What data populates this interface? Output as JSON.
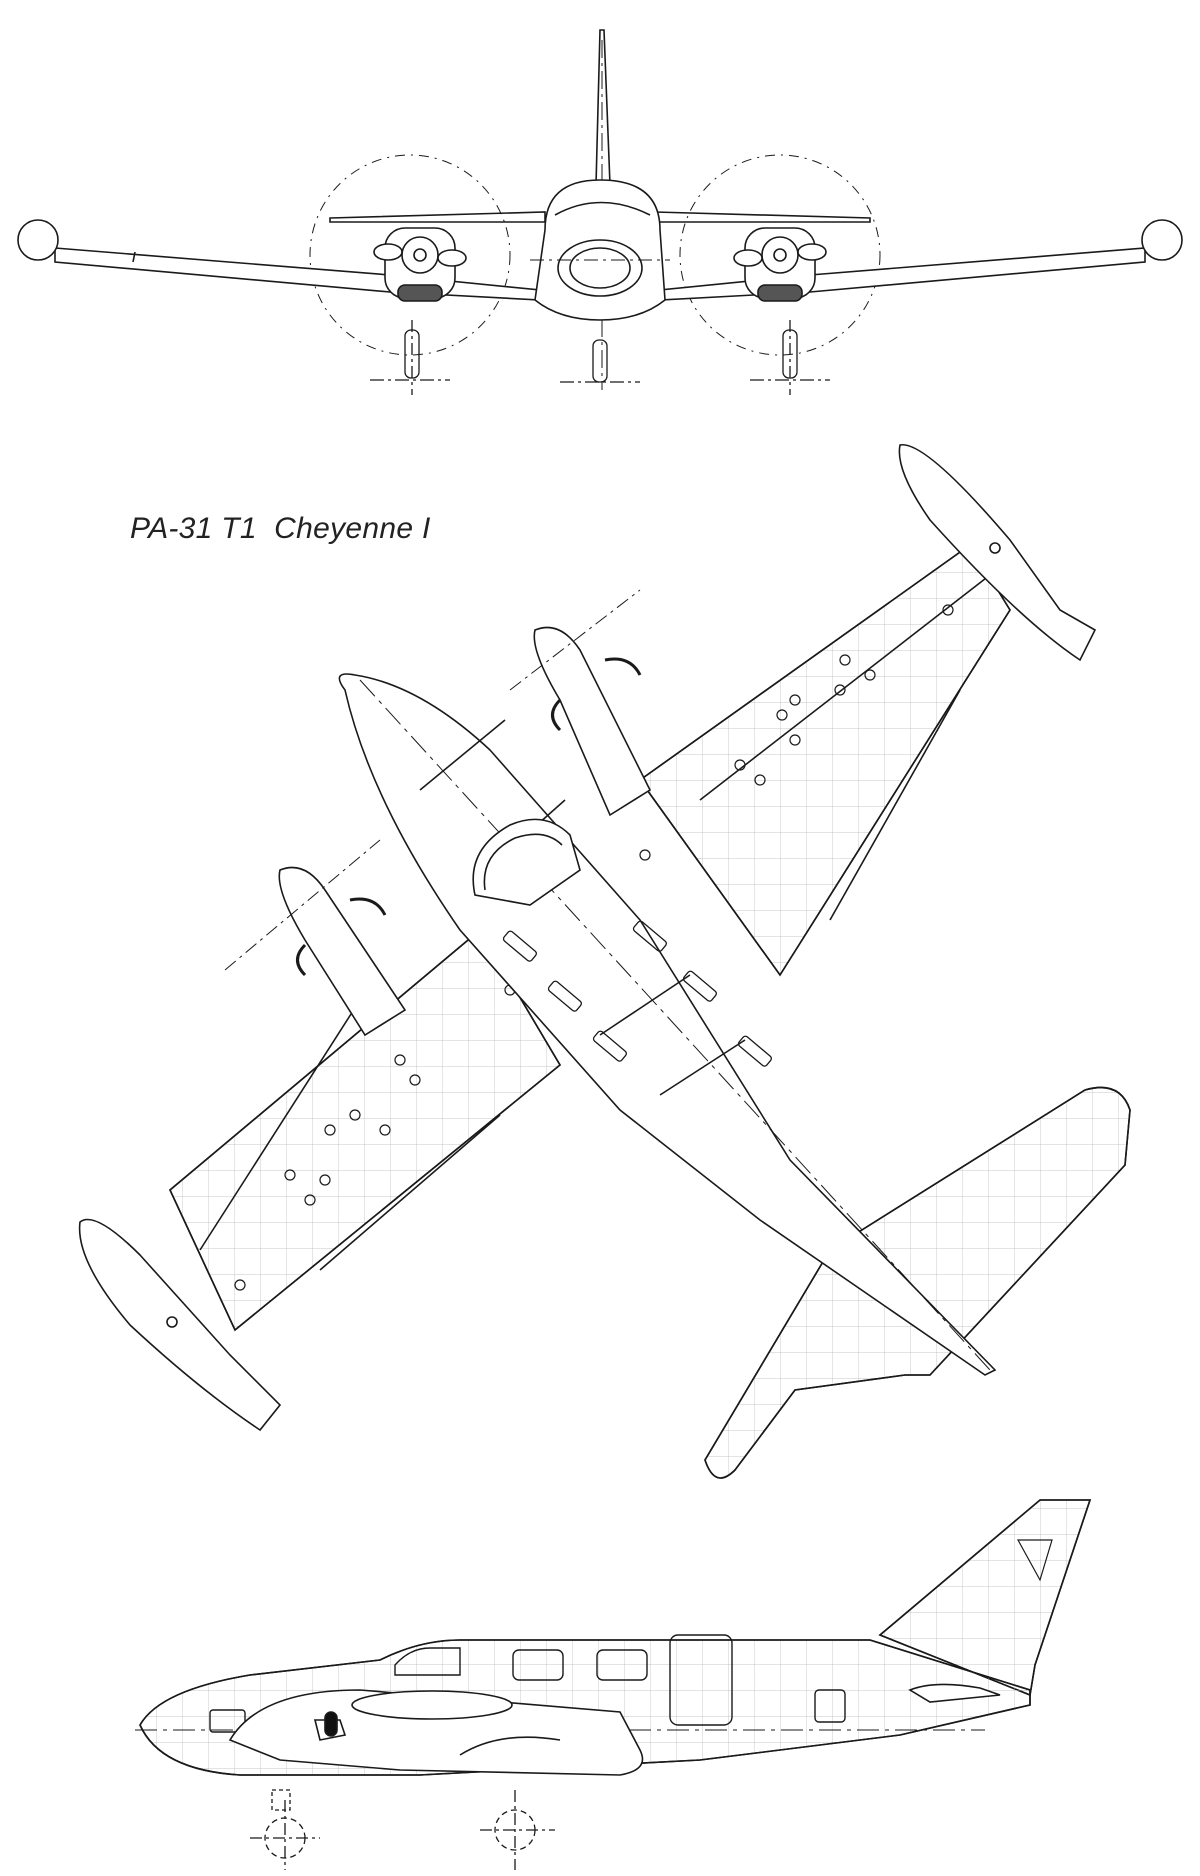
{
  "caption": {
    "text": "PA-31 T1  Cheyenne I"
  },
  "views": {
    "front": "front-view",
    "top": "top-view",
    "side": "side-view"
  },
  "colors": {
    "ink": "#1a1a1a",
    "paper": "#ffffff",
    "grid": "#9a9a9a"
  }
}
